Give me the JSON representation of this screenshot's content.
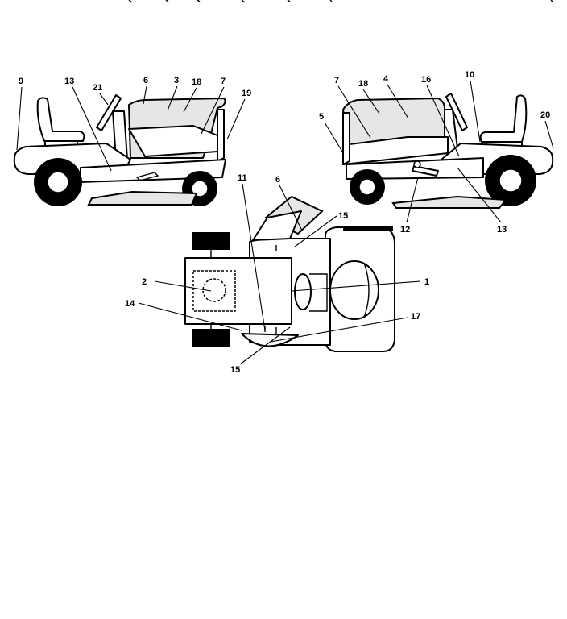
{
  "callouts": {
    "left_view": [
      "9",
      "13",
      "21",
      "6",
      "3",
      "18",
      "7",
      "19"
    ],
    "right_view": [
      "7",
      "18",
      "4",
      "16",
      "10",
      "5",
      "20",
      "12",
      "13"
    ],
    "top_view": [
      "11",
      "6",
      "15",
      "2",
      "1",
      "14",
      "17",
      "15"
    ]
  }
}
